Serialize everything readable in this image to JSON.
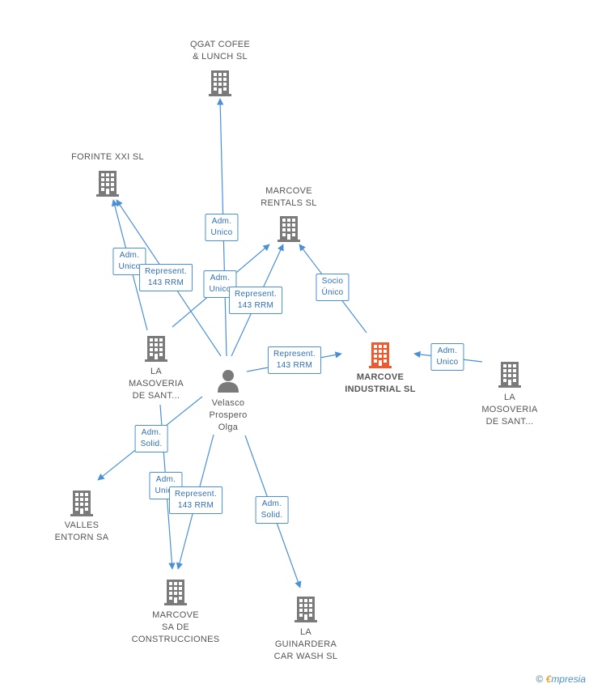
{
  "colors": {
    "edge": "#4a90d9",
    "company": "#7a7a7a",
    "focus": "#ee5a2f",
    "person": "#7a7a7a"
  },
  "nodes": [
    {
      "id": "qgat",
      "type": "company",
      "label": "QGAT COFEE\n& LUNCH SL"
    },
    {
      "id": "forinte",
      "type": "company",
      "label": "FORINTE XXI SL"
    },
    {
      "id": "rentals",
      "type": "company",
      "label": "MARCOVE\nRENTALS SL"
    },
    {
      "id": "masoveria1",
      "type": "company",
      "label": "LA\nMASOVERIA\nDE SANT..."
    },
    {
      "id": "industrial",
      "type": "focus",
      "label": "MARCOVE\nINDUSTRIAL SL"
    },
    {
      "id": "masoveria2",
      "type": "company",
      "label": "LA\nMOSOVERIA\nDE SANT..."
    },
    {
      "id": "person",
      "type": "person",
      "label": "Velasco\nProspero\nOlga"
    },
    {
      "id": "valles",
      "type": "company",
      "label": "VALLES\nENTORN SA"
    },
    {
      "id": "construcciones",
      "type": "company",
      "label": "MARCOVE\nSA DE\nCONSTRUCCIONES"
    },
    {
      "id": "guinardera",
      "type": "company",
      "label": "LA\nGUINARDERA\nCAR WASH SL"
    }
  ],
  "edges": [
    {
      "id": "e1",
      "label": "Adm.\nUnico"
    },
    {
      "id": "e2",
      "label": "Adm.\nUnico"
    },
    {
      "id": "e3",
      "label": "Represent.\n143 RRM"
    },
    {
      "id": "e4",
      "label": "Adm.\nUnico"
    },
    {
      "id": "e5",
      "label": "Represent.\n143 RRM"
    },
    {
      "id": "e6",
      "label": "Represent.\n143 RRM"
    },
    {
      "id": "e7",
      "label": "Socio\nÚnico"
    },
    {
      "id": "e8",
      "label": "Adm.\nUnico"
    },
    {
      "id": "e9",
      "label": "Adm.\nSolid."
    },
    {
      "id": "e10",
      "label": "Adm.\nUnico"
    },
    {
      "id": "e11",
      "label": "Represent.\n143 RRM"
    },
    {
      "id": "e12",
      "label": "Adm.\nSolid."
    }
  ],
  "footer": {
    "copyright": "©",
    "brand_initial": "€",
    "brand_rest": "mpresia"
  }
}
